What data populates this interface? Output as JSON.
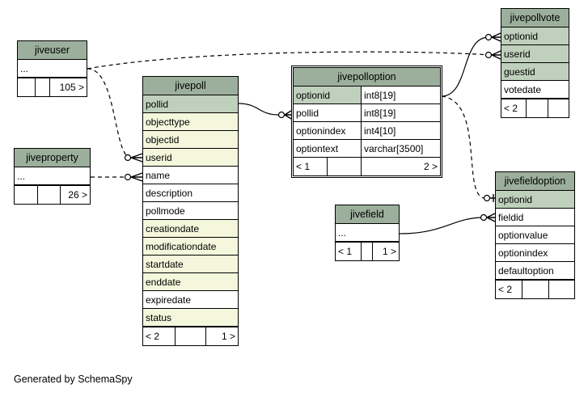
{
  "tables": {
    "jiveuser": {
      "title": "jiveuser",
      "rows": [
        "..."
      ],
      "foot": [
        "",
        "",
        "105 >"
      ]
    },
    "jiveproperty": {
      "title": "jiveproperty",
      "rows": [
        "..."
      ],
      "foot": [
        "",
        "",
        "26 >"
      ]
    },
    "jivepoll": {
      "title": "jivepoll",
      "rows": [
        "pollid",
        "objecttype",
        "objectid",
        "userid",
        "name",
        "description",
        "pollmode",
        "creationdate",
        "modificationdate",
        "startdate",
        "enddate",
        "expiredate",
        "status"
      ],
      "foot": [
        "< 2",
        "",
        "1 >"
      ]
    },
    "jivepolloption": {
      "title": "jivepolloption",
      "rows": [
        [
          "optionid",
          "int8[19]"
        ],
        [
          "pollid",
          "int8[19]"
        ],
        [
          "optionindex",
          "int4[10]"
        ],
        [
          "optiontext",
          "varchar[3500]"
        ]
      ],
      "foot": [
        "< 1",
        "",
        "2 >"
      ]
    },
    "jivepollvote": {
      "title": "jivepollvote",
      "rows": [
        "optionid",
        "userid",
        "guestid",
        "votedate"
      ],
      "foot": [
        "< 2",
        "",
        ""
      ]
    },
    "jivefield": {
      "title": "jivefield",
      "rows": [
        "..."
      ],
      "foot": [
        "< 1",
        "",
        "1 >"
      ]
    },
    "jivefieldoption": {
      "title": "jivefieldoption",
      "rows": [
        "optionid",
        "fieldid",
        "optionvalue",
        "optionindex",
        "defaultoption"
      ],
      "foot": [
        "< 2",
        "",
        ""
      ]
    }
  },
  "caption": "Generated by SchemaSpy",
  "colors": {
    "header": "#9caf9c",
    "primary_key": "#bfd0bc",
    "indexed": "#f4f7dc"
  }
}
